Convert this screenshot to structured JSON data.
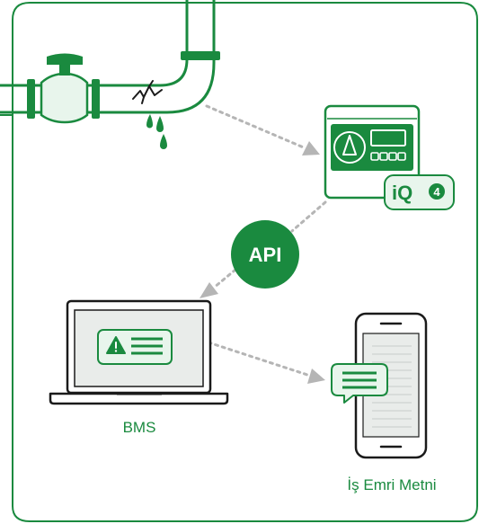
{
  "colors": {
    "green": "#1a8a3f",
    "light_green": "#e8f5ec",
    "dark": "#1a1a1a",
    "arrow_gray": "#b5b5b5",
    "screen_gray": "#e9ecea"
  },
  "icons": {
    "pipe": "leaking-pipe-icon",
    "controller": "iq4-controller-icon",
    "laptop": "laptop-icon",
    "phone": "smartphone-icon",
    "alert": "warning-alert-icon",
    "message": "message-bubble-icon"
  },
  "badges": {
    "api": "API",
    "iq": "iQ",
    "iq_version": "4"
  },
  "labels": {
    "bms": "BMS",
    "work_order": "İş Emri Metni"
  }
}
